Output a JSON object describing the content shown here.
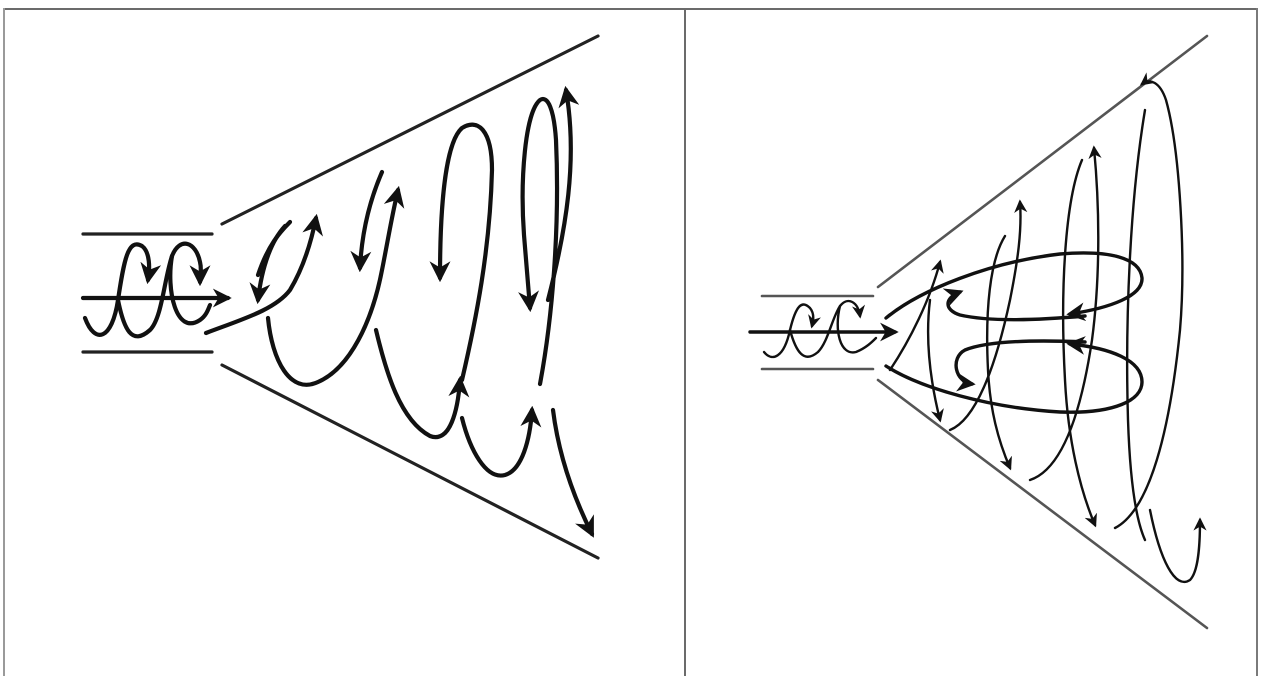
{
  "figure": {
    "panels": [
      {
        "id": "left",
        "description_key": "divergent-channel-helical-flow"
      },
      {
        "id": "right",
        "description_key": "divergent-channel-secondary-vortices"
      }
    ]
  },
  "colors": {
    "ink": "#111111",
    "frame": "#6b6b6b",
    "background": "#ffffff"
  }
}
